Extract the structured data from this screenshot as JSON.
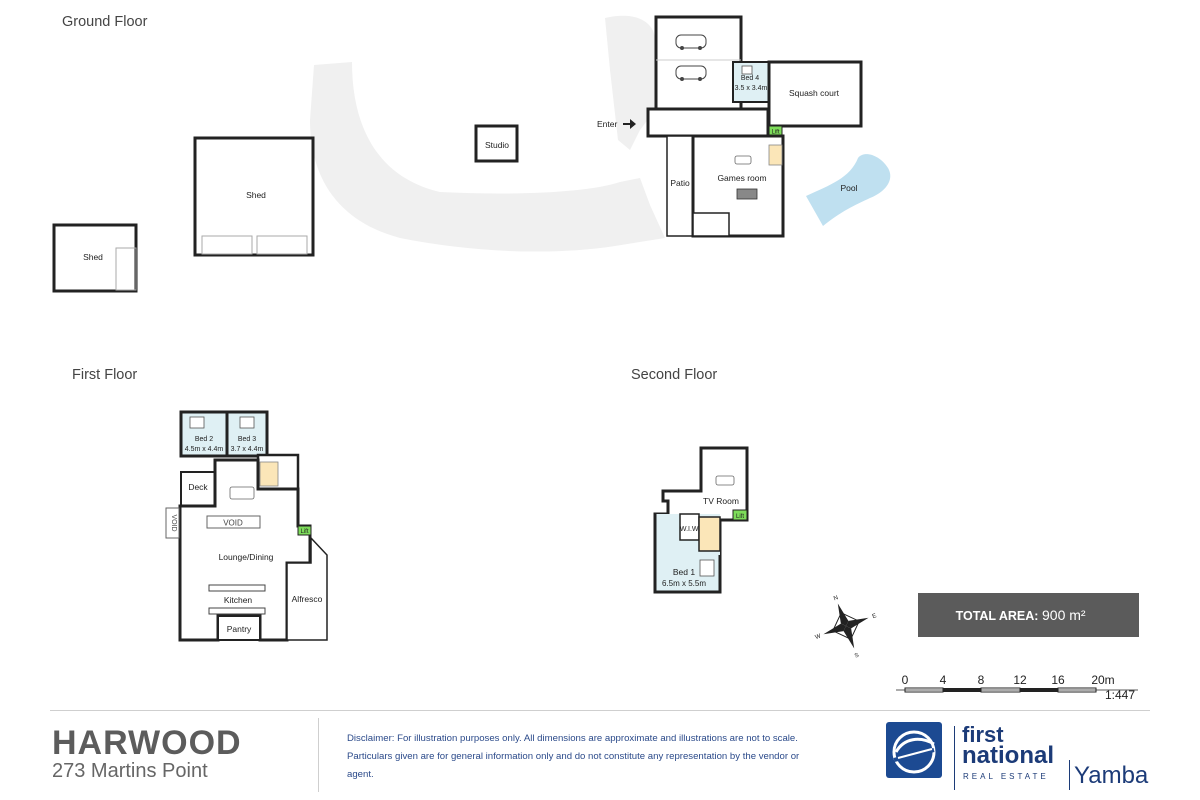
{
  "floors": {
    "ground": "Ground Floor",
    "first": "First Floor",
    "second": "Second Floor"
  },
  "rooms": {
    "shed_large": "Shed",
    "shed_small": "Shed",
    "studio": "Studio",
    "bed4": "Bed 4",
    "bed4_size": "3.5 x 3.4m",
    "squash": "Squash court",
    "enter": "Enter",
    "lift": "Lift",
    "patio": "Patio",
    "games": "Games room",
    "pool": "Pool",
    "bed2": "Bed 2",
    "bed2_size": "4.5m x 4.4m",
    "bed3": "Bed 3",
    "bed3_size": "3.7 x 4.4m",
    "deck": "Deck",
    "void": "VOID",
    "void_side": "VOID",
    "lounge": "Lounge/Dining",
    "kitchen": "Kitchen",
    "alfresco": "Alfresco",
    "pantry": "Pantry",
    "tv": "TV Room",
    "wiw": "W.I.W.",
    "bed1": "Bed 1",
    "bed1_size": "6.5m x 5.5m"
  },
  "area": {
    "label": "TOTAL AREA:",
    "value": "900 m²"
  },
  "scale": {
    "ticks": [
      "0",
      "4",
      "8",
      "12",
      "16",
      "20m"
    ],
    "ratio": "1:447"
  },
  "compass_letters": [
    "N",
    "S",
    "E",
    "W"
  ],
  "branding": {
    "title": "HARWOOD",
    "address": "273 Martins Point",
    "disclaimer": "Disclaimer: For illustration purposes only. All dimensions are approximate and illustrations are not to scale. Particulars given are for general information only and do not constitute any representation by the vendor or agent.",
    "logo_line1": "first",
    "logo_line2": "national",
    "logo_line3": "REAL ESTATE",
    "office": "Yamba"
  },
  "colors": {
    "wall": "#222222",
    "driveway": "#f0f0f0",
    "wet_area": "#dff0f4",
    "pool": "#bfe0f0",
    "lift": "#7ddc5a",
    "laundry": "#fbe6b8",
    "area_box": "#5b5b5b",
    "brand_blue": "#1c4a92"
  }
}
